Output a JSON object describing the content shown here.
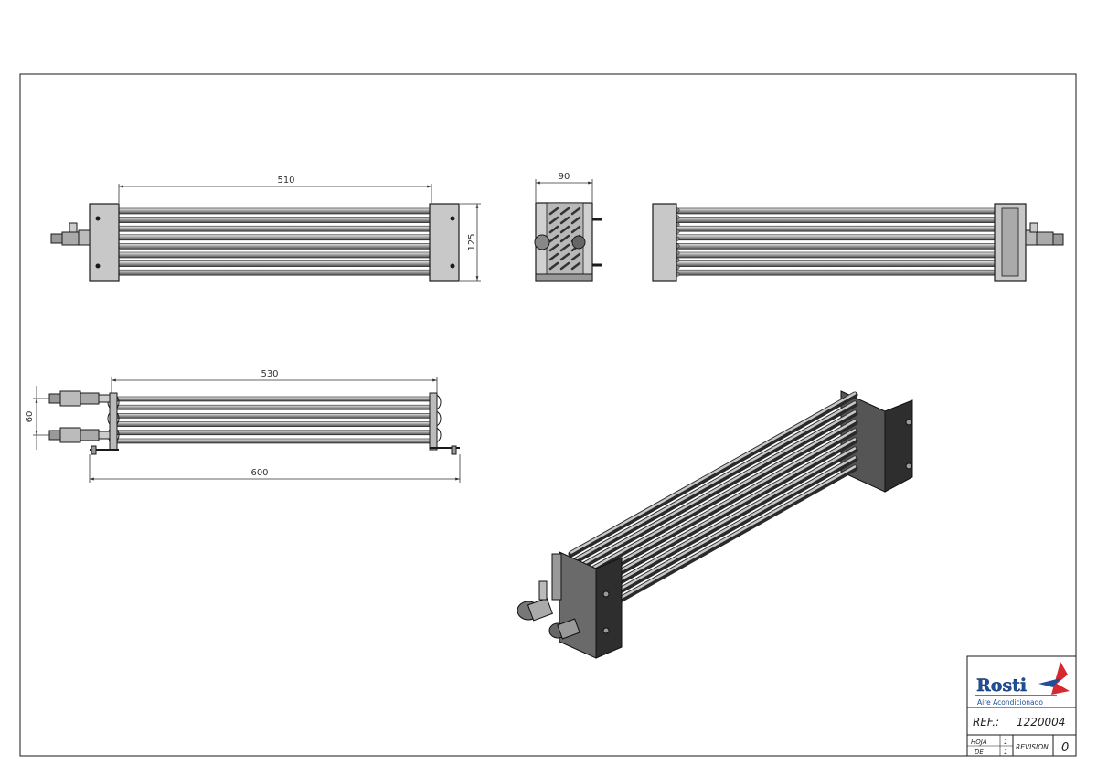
{
  "dimensions": {
    "front_length": "510",
    "front_height": "125",
    "side_width": "90",
    "top_length": "530",
    "top_overall": "600",
    "top_height": "60"
  },
  "title_block": {
    "brand": "Rosti",
    "subtitle": "Aire Acondicionado",
    "ref_label": "REF.:",
    "ref_value": "1220004",
    "sheet_label": "HOJA",
    "sheet_value": "1",
    "of_label": "DE",
    "of_value": "1",
    "revision_label": "REVISION",
    "revision_value": "0"
  },
  "colors": {
    "line": "#1a1a1a",
    "plate": "#c8c8c8",
    "tube": "#8a8a8a",
    "tube_dark": "#3a3a3a",
    "plate_dark": "#2e2e2e",
    "brand_blue": "#1f4e9a",
    "brand_red": "#d6282e"
  }
}
